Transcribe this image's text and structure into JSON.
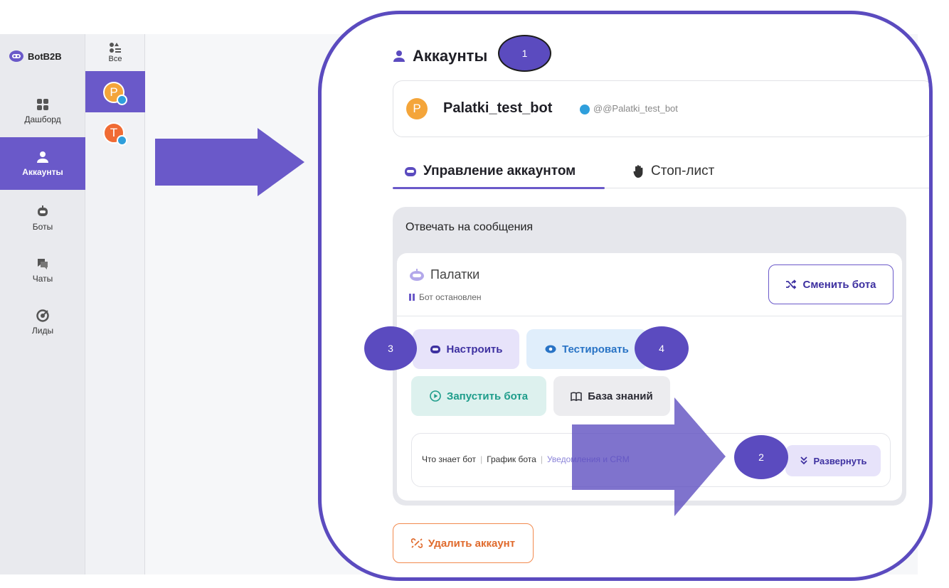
{
  "app": {
    "name": "BotB2B"
  },
  "nav": {
    "items": [
      {
        "label": "Дашборд",
        "icon": "dashboard-icon"
      },
      {
        "label": "Аккаунты",
        "icon": "user-icon",
        "active": true
      },
      {
        "label": "Боты",
        "icon": "bot-icon"
      },
      {
        "label": "Чаты",
        "icon": "chat-icon"
      },
      {
        "label": "Лиды",
        "icon": "target-icon"
      }
    ]
  },
  "accounts": {
    "all_label": "Все",
    "list": [
      {
        "initial": "P",
        "color": "#f4a53a",
        "selected": true
      },
      {
        "initial": "T",
        "color": "#f06b34",
        "selected": false
      }
    ]
  },
  "page": {
    "title": "Аккаунты",
    "profile": {
      "initial": "P",
      "name": "Palatki_test_bot",
      "handle": "@@Palatki_test_bot"
    },
    "tabs": [
      {
        "label": "Управление аккаунтом",
        "active": true
      },
      {
        "label": "Стоп-лист",
        "active": false
      }
    ],
    "section_title": "Отвечать на сообщения",
    "bot": {
      "name": "Палатки",
      "status": "Бот остановлен",
      "switch_label": "Сменить бота"
    },
    "actions": {
      "setup": "Настроить",
      "test": "Тестировать",
      "run": "Запустить бота",
      "kb": "База знаний"
    },
    "links": [
      "Что знает бот",
      "График бота",
      "Уведомления и CRM"
    ],
    "expand_label": "Развернуть",
    "delete_label": "Удалить аккаунт"
  },
  "markers": [
    "1",
    "2",
    "3",
    "4"
  ],
  "colors": {
    "accent": "#6a59c9",
    "frame": "#5b4bbf",
    "danger": "#e06a2c",
    "telegram": "#2f9fdc"
  }
}
